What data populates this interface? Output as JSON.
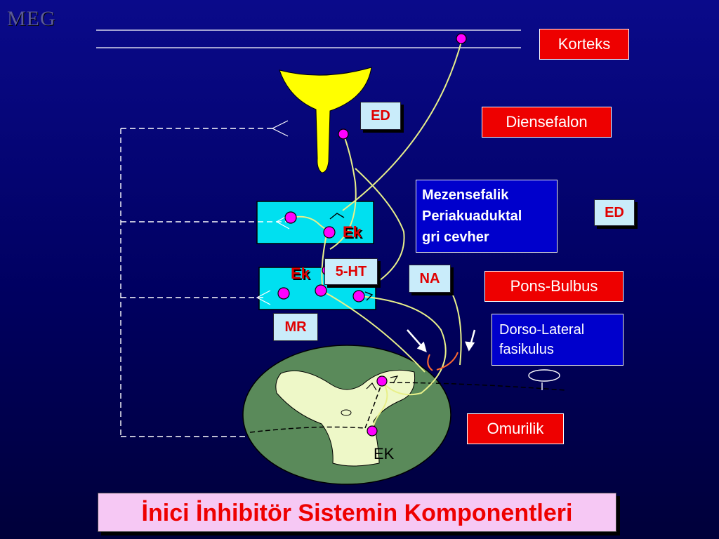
{
  "corner_mark": "MEG",
  "labels": {
    "korteks": "Korteks",
    "diensefalon": "Diensefalon",
    "ed_top": "ED",
    "ed_right": "ED",
    "mezensefalik": [
      "Mezensefalik",
      "Periakuaduktal",
      "gri cevher"
    ],
    "ek_upper": "Ek",
    "ek_lower": "Ek",
    "five_ht": "5-HT",
    "na": "NA",
    "pons_bulbus": "Pons-Bulbus",
    "mr": "MR",
    "dorso_lateral": [
      "Dorso-Lateral",
      "fasikulus"
    ],
    "omurilik": "Omurilik",
    "ek_spinal": "EK"
  },
  "title": "İnici İnhibitör Sistemin Komponentleri",
  "colors": {
    "background": "#00008a",
    "red_box": "#ee0000",
    "light_blue_box": "#c9ecfa",
    "cyan_region": "#00e0f0",
    "neuron_dot": "#ff00ff",
    "fiber": "#e8f08a",
    "spinal_outer": "#5a8a5a",
    "spinal_inner": "#eef8c8",
    "title_box": "#f6c8f4"
  }
}
